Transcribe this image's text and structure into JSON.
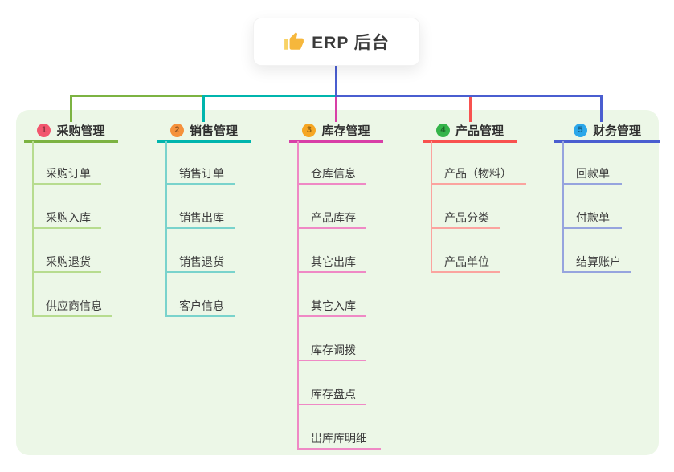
{
  "root": {
    "label": "ERP 后台",
    "icon": "thumbs-up"
  },
  "panel": {
    "background": "#ecf7e7"
  },
  "trunk_color": "#4a5ed0",
  "branches": [
    {
      "badge": "1",
      "title": "采购管理",
      "line_color": "#7cb342",
      "sub_line_color": "#b7dc8f",
      "badge_color": "#f2566e",
      "items": [
        "采购订单",
        "采购入库",
        "采购退货",
        "供应商信息"
      ]
    },
    {
      "badge": "2",
      "title": "销售管理",
      "line_color": "#00b5ad",
      "sub_line_color": "#79d3cc",
      "badge_color": "#f5913c",
      "items": [
        "销售订单",
        "销售出库",
        "销售退货",
        "客户信息"
      ]
    },
    {
      "badge": "3",
      "title": "库存管理",
      "line_color": "#d83fa7",
      "sub_line_color": "#ef89c5",
      "badge_color": "#f6a623",
      "items": [
        "仓库信息",
        "产品库存",
        "其它出库",
        "其它入库",
        "库存调拨",
        "库存盘点",
        "出库库明细"
      ]
    },
    {
      "badge": "4",
      "title": "产品管理",
      "line_color": "#f8524f",
      "sub_line_color": "#fba49f",
      "badge_color": "#35b44a",
      "items": [
        "产品（物料）",
        "产品分类",
        "产品单位"
      ]
    },
    {
      "badge": "5",
      "title": "财务管理",
      "line_color": "#4a5ed0",
      "sub_line_color": "#96a4de",
      "badge_color": "#2ba7ea",
      "items": [
        "回款单",
        "付款单",
        "结算账户"
      ]
    }
  ]
}
